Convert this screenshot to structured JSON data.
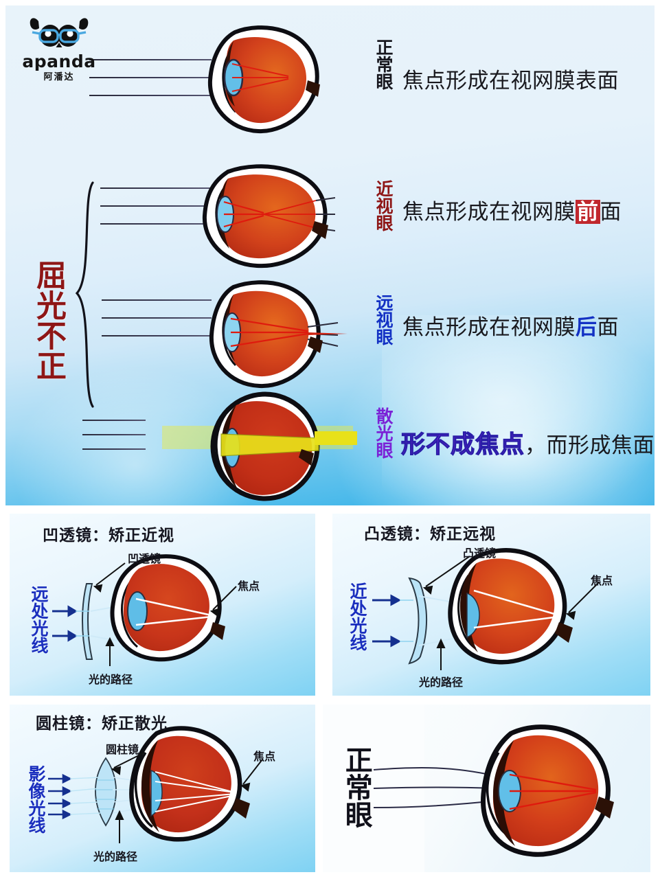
{
  "brand": {
    "logo_icon": "panda-face-with-glasses-icon",
    "wordmark": "apanda",
    "chinese_name": "阿潘达"
  },
  "top_banner": {
    "group_label": "屈光不正",
    "rows": [
      {
        "id": "normal",
        "label": "正常眼",
        "label_color": "#17171e",
        "desc_prefix": "焦点形成在视网膜表面",
        "desc_highlight": "",
        "desc_suffix": ""
      },
      {
        "id": "myopia",
        "label": "近视眼",
        "label_color": "#8e1616",
        "desc_prefix": "焦点形成在视网膜",
        "desc_highlight": "前",
        "desc_suffix": "面"
      },
      {
        "id": "hyperopia",
        "label": "远视眼",
        "label_color": "#1331c4",
        "desc_prefix": "焦点形成在视网膜",
        "desc_highlight": "后",
        "desc_suffix": "面"
      },
      {
        "id": "astigmatism",
        "label": "散光眼",
        "label_color": "#7b22d6",
        "desc_prefix": "形不成焦点",
        "desc_highlight": "",
        "desc_suffix": "，而形成焦面"
      }
    ]
  },
  "panels": [
    {
      "id": "concave",
      "title": "凹透镜：矫正近视",
      "lens_label": "凹透镜",
      "focus_label": "焦点",
      "path_label": "光的路径",
      "side_label": "远处光线"
    },
    {
      "id": "convex",
      "title": "凸透镜：矫正远视",
      "lens_label": "凸透镜",
      "focus_label": "焦点",
      "path_label": "光的路径",
      "side_label": "近处光线"
    },
    {
      "id": "cylindrical",
      "title": "圆柱镜：矫正散光",
      "lens_label": "圆柱镜",
      "focus_label": "焦点",
      "path_label": "光的路径",
      "side_label": "影像光线"
    },
    {
      "id": "normal-eye",
      "title": "",
      "lens_label": "",
      "focus_label": "",
      "path_label": "",
      "side_label": "正常眼"
    }
  ],
  "colors": {
    "banner_blue": "#3fb4e8",
    "banner_light": "#e8f3fa",
    "dark_red": "#8e1616",
    "highlight_red": "#c0272d",
    "highlight_blue": "#1331c4",
    "purple": "#7b22d6",
    "sclera_white": "#ffffff",
    "retina_red": "#c8341a",
    "retina_orange": "#e2601f",
    "lens_blue": "#6cc5ec",
    "ray_red": "#e01b10",
    "beam_yellow": "#e8e11a"
  }
}
